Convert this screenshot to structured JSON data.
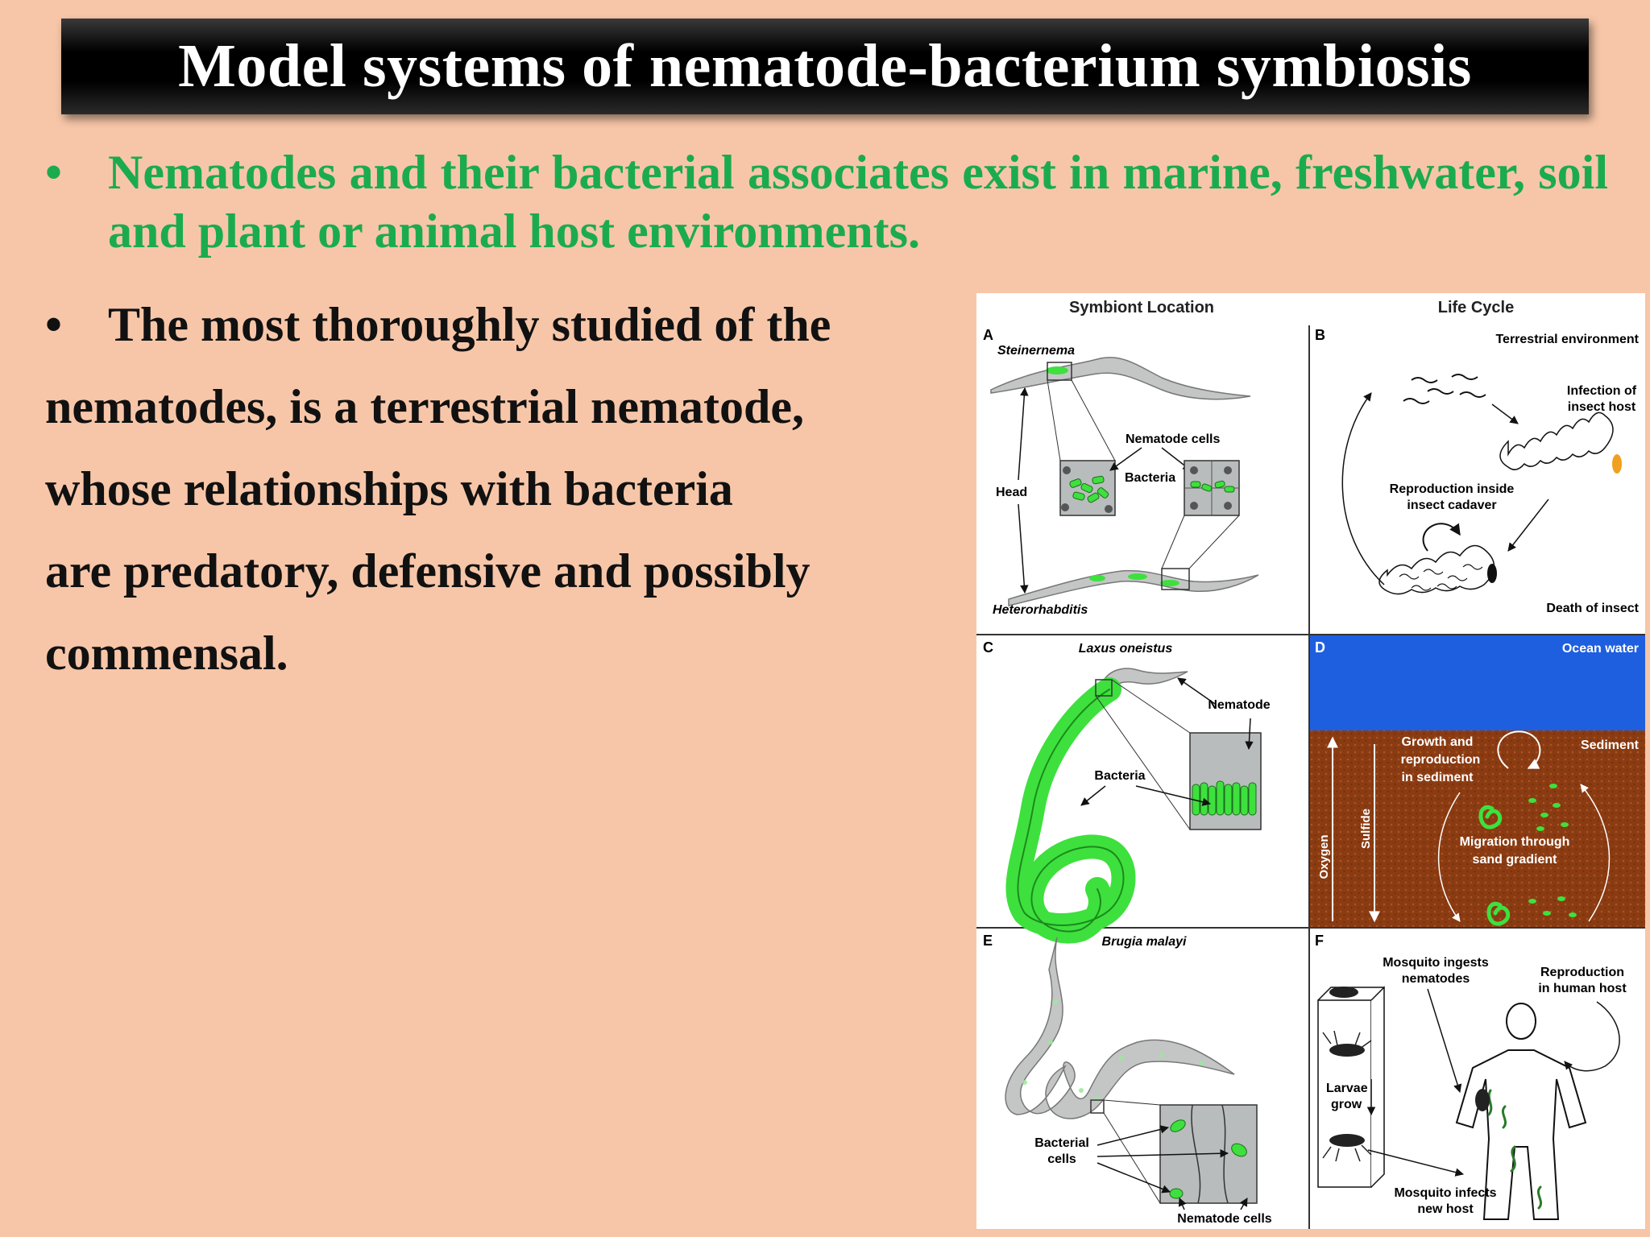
{
  "slide": {
    "title": "Model systems of nematode-bacterium symbiosis",
    "bullet_mark": "•",
    "bullet1": "Nematodes and their bacterial associates exist in marine, freshwater, soil and plant or animal host environments.",
    "bullet2_lines": [
      "The most thoroughly studied of the",
      "nematodes, is a terrestrial nematode,",
      "whose relationships with bacteria",
      "are predatory, defensive and possibly",
      "commensal."
    ]
  },
  "figure": {
    "col_header_left": "Symbiont Location",
    "col_header_right": "Life Cycle",
    "panelA": {
      "letter": "A",
      "genus_top": "Steinernema",
      "genus_bottom": "Heterorhabditis",
      "head": "Head",
      "nematode_cells": "Nematode cells",
      "bacteria": "Bacteria"
    },
    "panelB": {
      "letter": "B",
      "env": "Terrestrial environment",
      "infection_1": "Infection of",
      "infection_2": "insect host",
      "repro_1": "Reproduction inside",
      "repro_2": "insect cadaver",
      "death": "Death of insect"
    },
    "panelC": {
      "letter": "C",
      "species": "Laxus oneistus",
      "nematode": "Nematode",
      "bacteria": "Bacteria"
    },
    "panelD": {
      "letter": "D",
      "ocean": "Ocean water",
      "sediment": "Sediment",
      "growth_1": "Growth and",
      "growth_2": "reproduction",
      "growth_3": "in sediment",
      "oxygen": "Oxygen",
      "sulfide": "Sulfide",
      "migration_1": "Migration through",
      "migration_2": "sand gradient"
    },
    "panelE": {
      "letter": "E",
      "species": "Brugia malayi",
      "bact_1": "Bacterial",
      "bact_2": "cells",
      "nematode_cells": "Nematode cells"
    },
    "panelF": {
      "letter": "F",
      "ingest_1": "Mosquito ingests",
      "ingest_2": "nematodes",
      "repro_1": "Reproduction",
      "repro_2": "in human host",
      "larvae_1": "Larvae",
      "larvae_2": "grow",
      "infects_1": "Mosquito infects",
      "infects_2": "new host"
    },
    "colors": {
      "bacteria_green": "#3ee03e",
      "ocean_blue": "#1e5fe0",
      "sediment_brown": "#8a3b12",
      "worm_gray": "#c4c6c6"
    }
  }
}
